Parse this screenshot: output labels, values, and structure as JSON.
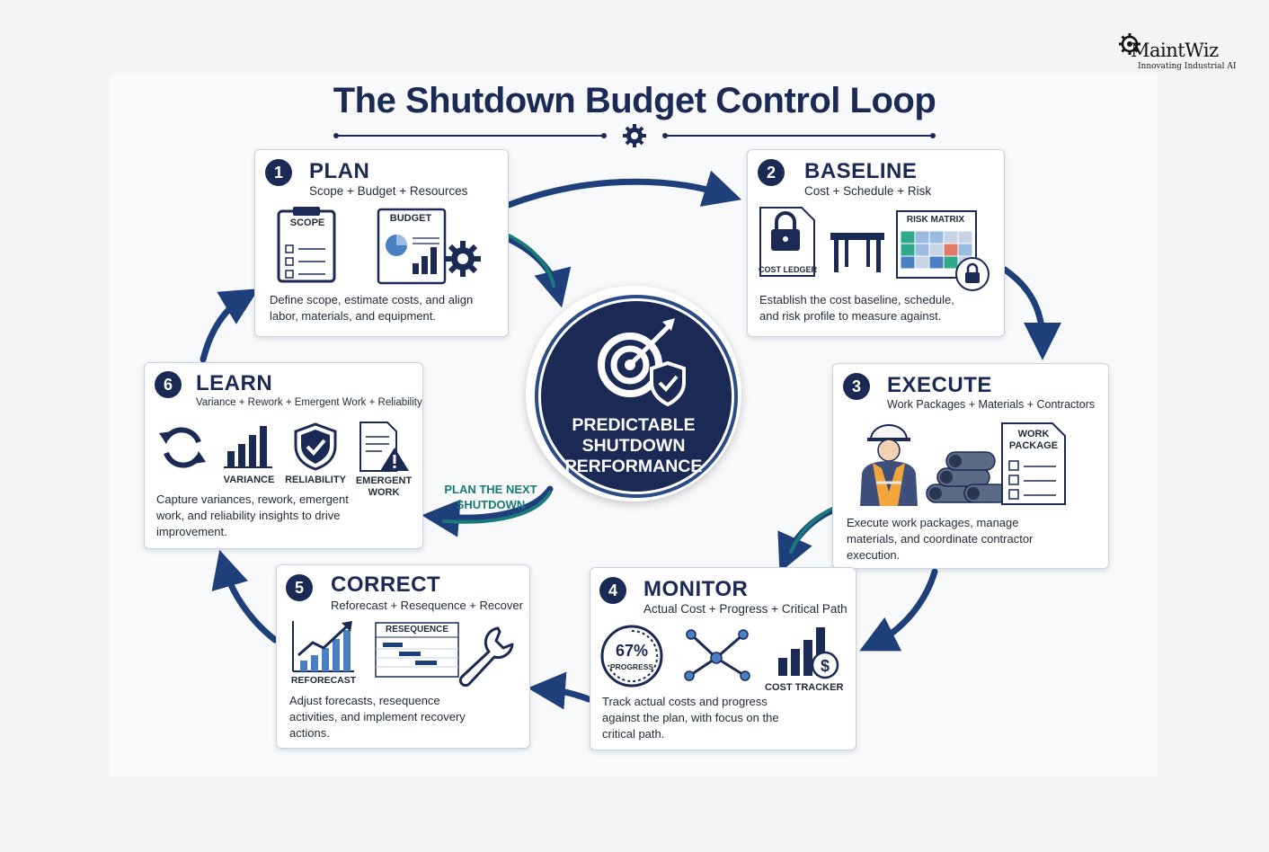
{
  "brand": {
    "name": "MaintWiz",
    "tagline": "Innovating Industrial AI"
  },
  "title": "The Shutdown Budget Control Loop",
  "center": {
    "line1": "PREDICTABLE",
    "line2": "SHUTDOWN",
    "line3": "PERFORMANCE"
  },
  "loop_label": {
    "line1": "PLAN THE NEXT",
    "line2": "SHUTDOWN"
  },
  "colors": {
    "navy": "#1b2a55",
    "arrow_blue": "#1e3f7a",
    "teal": "#1a7a7a"
  },
  "steps": [
    {
      "num": "1",
      "title": "PLAN",
      "subtitle": "Scope + Budget + Resources",
      "description": "Define scope, estimate costs, and align labor, materials, and equipment.",
      "icons": [
        {
          "label": "SCOPE",
          "icon": "checklist-clipboard-icon"
        },
        {
          "label": "BUDGET",
          "icon": "budget-chart-icon"
        },
        {
          "label": "",
          "icon": "gear-icon"
        }
      ]
    },
    {
      "num": "2",
      "title": "BASELINE",
      "subtitle": "Cost + Schedule + Risk",
      "description": "Establish the cost baseline, schedule, and risk profile to measure against.",
      "icons": [
        {
          "label": "COST LEDGER",
          "icon": "lock-ledger-icon"
        },
        {
          "label": "",
          "icon": "table-icon"
        },
        {
          "label": "RISK MATRIX",
          "icon": "risk-matrix-icon"
        }
      ]
    },
    {
      "num": "3",
      "title": "EXECUTE",
      "subtitle": "Work Packages + Materials + Contractors",
      "description": "Execute work packages, manage materials, and coordinate contractor execution.",
      "icons": [
        {
          "label": "",
          "icon": "worker-icon"
        },
        {
          "label": "",
          "icon": "pipes-icon"
        },
        {
          "label": "WORK PACKAGE",
          "icon": "work-package-icon"
        }
      ]
    },
    {
      "num": "4",
      "title": "MONITOR",
      "subtitle": "Actual Cost + Progress + Critical Path",
      "description": "Track actual costs and progress against the plan, with focus on the critical path.",
      "icons": [
        {
          "label": "67%",
          "icon": "progress-gauge-icon",
          "value": 0.67
        },
        {
          "label": "PROGRESS",
          "icon": ""
        },
        {
          "label": "",
          "icon": "network-path-icon"
        },
        {
          "label": "COST TRACKER",
          "icon": "cost-tracker-icon"
        }
      ]
    },
    {
      "num": "5",
      "title": "CORRECT",
      "subtitle": "Reforecast + Resequence + Recover",
      "description": "Adjust forecasts, resequence activities, and implement recovery actions.",
      "icons": [
        {
          "label": "REFORECAST",
          "icon": "reforecast-chart-icon"
        },
        {
          "label": "RESEQUENCE",
          "icon": "gantt-icon"
        },
        {
          "label": "",
          "icon": "wrench-icon"
        }
      ]
    },
    {
      "num": "6",
      "title": "LEARN",
      "subtitle": "Variance + Rework + Emergent Work + Reliability",
      "description": "Capture variances, rework, emergent work, and reliability insights to drive improvement.",
      "icons": [
        {
          "label": "",
          "icon": "refresh-icon"
        },
        {
          "label": "VARIANCE",
          "icon": "variance-chart-icon"
        },
        {
          "label": "RELIABILITY",
          "icon": "shield-check-icon"
        },
        {
          "label": "EMERGENT WORK",
          "icon": "warning-doc-icon"
        }
      ]
    }
  ]
}
